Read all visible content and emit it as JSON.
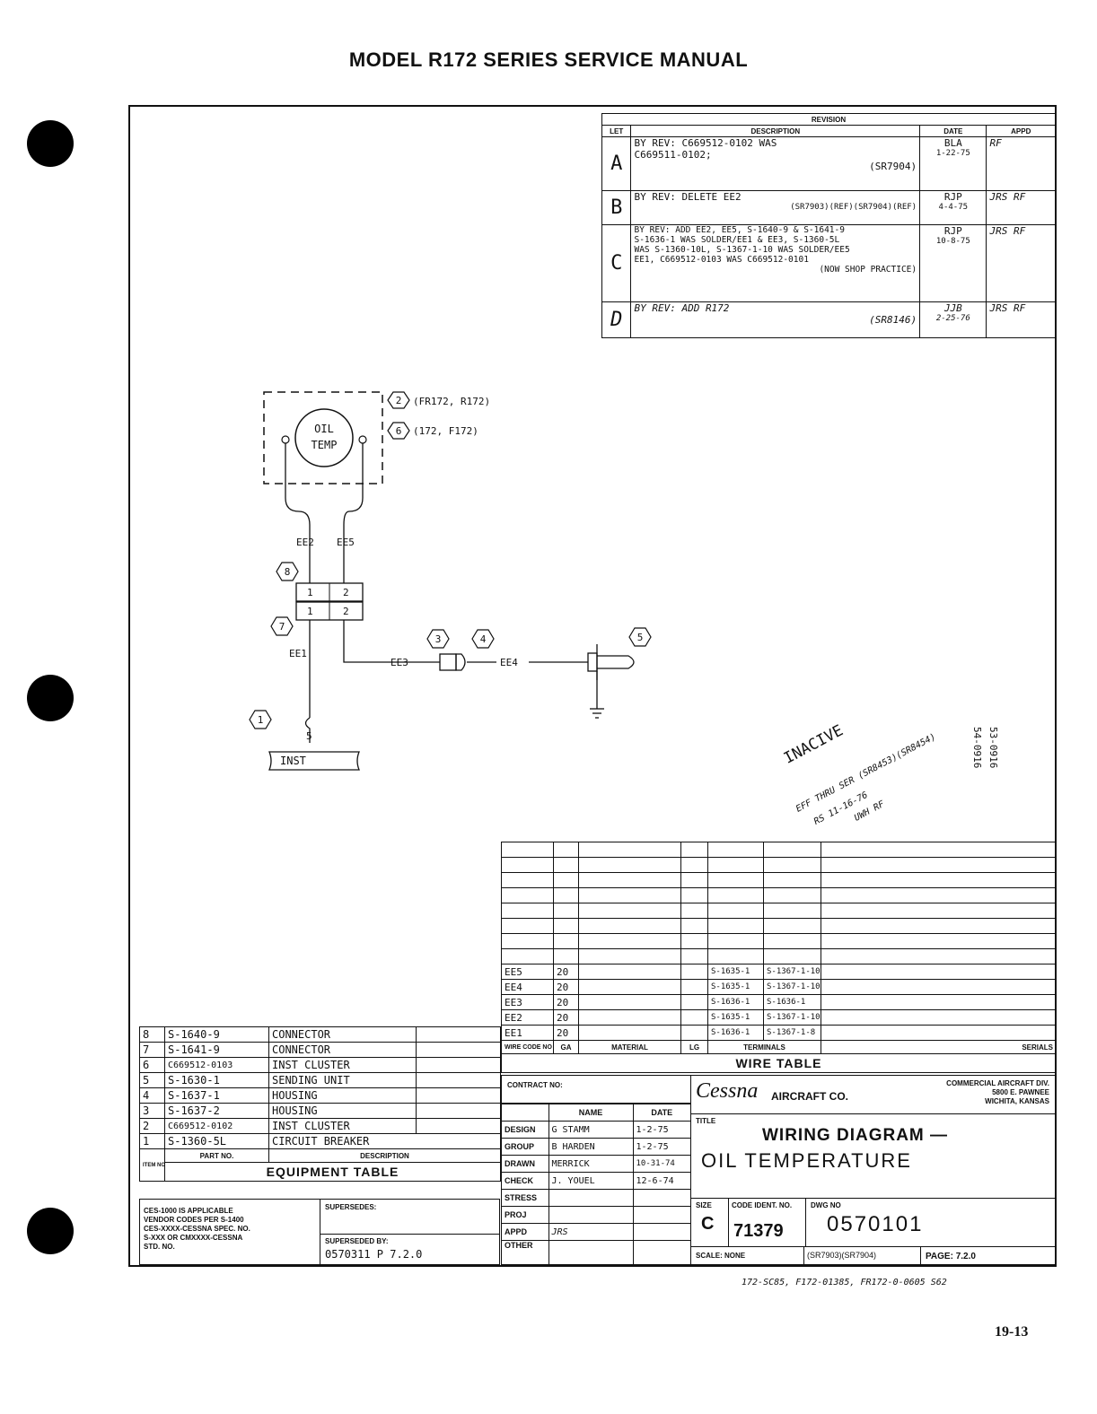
{
  "header": {
    "title": "MODEL R172 SERIES SERVICE MANUAL"
  },
  "revision": {
    "title": "REVISION",
    "columns": [
      "LET",
      "DESCRIPTION",
      "DATE",
      "APPD"
    ],
    "rows": [
      {
        "let": "A",
        "lines": [
          "BY REV: C669512-0102  WAS",
          "C669511-0102;",
          "(SR7904)"
        ],
        "date": [
          "BLA",
          "1-22-75"
        ],
        "appd": "RF"
      },
      {
        "let": "B",
        "lines": [
          "BY REV: DELETE EE2",
          "(SR7903)(REF)(SR7904)(REF)"
        ],
        "date": [
          "RJP",
          "4-4-75"
        ],
        "appd": "JRS RF"
      },
      {
        "let": "C",
        "lines": [
          "BY REV: ADD EE2, EE5, S-1640-9 & S-1641-9",
          "S-1636-1 WAS SOLDER/EE1 & EE3, S-1360-5L",
          "WAS S-1360-10L, S-1367-1-10 WAS SOLDER/EE5",
          "EE1, C669512-0103 WAS C669512-0101",
          "(NOW SHOP PRACTICE)"
        ],
        "date": [
          "RJP",
          "10-8-75"
        ],
        "appd": "JRS RF"
      },
      {
        "let": "D",
        "lines": [
          "BY REV: ADD R172",
          "(SR8146)"
        ],
        "date": [
          "JJB",
          "2-25-76"
        ],
        "appd": "JRS RF"
      }
    ]
  },
  "diagram": {
    "oil_temp_label": [
      "OIL",
      "TEMP"
    ],
    "callout_2": "2",
    "callout_2_note": "(FR172, R172)",
    "callout_6": "6",
    "callout_6_note": "(172, F172)",
    "wire_ee2": "EE2",
    "wire_ee5": "EE5",
    "wire_ee1": "EE1",
    "wire_ee3": "EE3",
    "wire_ee4": "EE4",
    "callout_8": "8",
    "callout_7": "7",
    "callout_3": "3",
    "callout_4": "4",
    "callout_5": "5",
    "callout_1": "1",
    "pin_1": "1",
    "pin_2": "2",
    "pin_5": "5",
    "inst_label": "INST"
  },
  "inactive_stamp": {
    "title": "INACIVE",
    "line1": "EFF THRU SER (SR8453)(SR8454)",
    "line2": "RS 11-16-76",
    "line3": "UWH RF",
    "side1": "54-0916",
    "side2": "53-0916"
  },
  "wire_table": {
    "title": "WIRE TABLE",
    "columns": [
      "WIRE CODE NO",
      "GA",
      "MATERIAL",
      "LG",
      "TERMINALS",
      "SERIALS"
    ],
    "rows": [
      [
        "EE5",
        "20",
        "",
        "",
        "S-1635-1",
        "S-1367-1-10",
        ""
      ],
      [
        "EE4",
        "20",
        "",
        "",
        "S-1635-1",
        "S-1367-1-10",
        ""
      ],
      [
        "EE3",
        "20",
        "",
        "",
        "S-1636-1",
        "S-1636-1",
        ""
      ],
      [
        "EE2",
        "20",
        "",
        "",
        "S-1635-1",
        "S-1367-1-10",
        ""
      ],
      [
        "EE1",
        "20",
        "",
        "",
        "S-1636-1",
        "S-1367-1-8",
        ""
      ]
    ]
  },
  "equipment_table": {
    "title": "EQUIPMENT TABLE",
    "columns": [
      "ITEM NO",
      "PART NO.",
      "DESCRIPTION"
    ],
    "rows": [
      [
        "8",
        "S-1640-9",
        "CONNECTOR"
      ],
      [
        "7",
        "S-1641-9",
        "CONNECTOR"
      ],
      [
        "6",
        "C669512-0103",
        "INST CLUSTER"
      ],
      [
        "5",
        "S-1630-1",
        "SENDING UNIT"
      ],
      [
        "4",
        "S-1637-1",
        "HOUSING"
      ],
      [
        "3",
        "S-1637-2",
        "HOUSING"
      ],
      [
        "2",
        "C669512-0102",
        "INST CLUSTER"
      ],
      [
        "1",
        "S-1360-5L",
        "CIRCUIT BREAKER"
      ]
    ]
  },
  "notes": {
    "vendor": [
      "CES-1000 IS APPLICABLE",
      "VENDOR CODES PER S-1400",
      "CES-XXXX-CESSNA SPEC. NO.",
      "S-XXX OR CMXXXX-CESSNA",
      "STD. NO."
    ],
    "supersedes_label": "SUPERSEDES:",
    "superseded_by_label": "SUPERSEDED BY:",
    "superseded_by_value": "0570311  P 7.2.0"
  },
  "title_block": {
    "contract_label": "CONTRACT NO:",
    "name_label": "NAME",
    "date_label": "DATE",
    "rows": [
      [
        "DESIGN",
        "G STAMM",
        "1-2-75"
      ],
      [
        "GROUP",
        "B HARDEN",
        "1-2-75"
      ],
      [
        "DRAWN",
        "MERRICK",
        "10-31-74"
      ],
      [
        "CHECK",
        "J. YOUEL",
        "12-6-74"
      ],
      [
        "STRESS",
        "",
        ""
      ],
      [
        "PROJ",
        "",
        ""
      ],
      [
        "APPD",
        "JRS",
        ""
      ],
      [
        "OTHER",
        "",
        ""
      ]
    ],
    "company_logo": "Cessna",
    "company_suffix": "AIRCRAFT CO.",
    "company_address": [
      "COMMERCIAL AIRCRAFT DIV.",
      "5800 E. PAWNEE",
      "WICHITA, KANSAS"
    ],
    "title_label": "TITLE",
    "title_line1": "WIRING DIAGRAM —",
    "title_line2": "OIL TEMPERATURE",
    "size_label": "SIZE",
    "size": "C",
    "code_label": "CODE IDENT. NO.",
    "code": "71379",
    "dwg_label": "DWG NO",
    "dwg": "0570101",
    "scale": "SCALE: NONE",
    "sr_refs": "(SR7903)(SR7904)",
    "page": "PAGE: 7.2.0"
  },
  "footer": {
    "model_note": "172-SC85, F172-01385, FR172-0-0605 S62",
    "page_number": "19-13"
  }
}
